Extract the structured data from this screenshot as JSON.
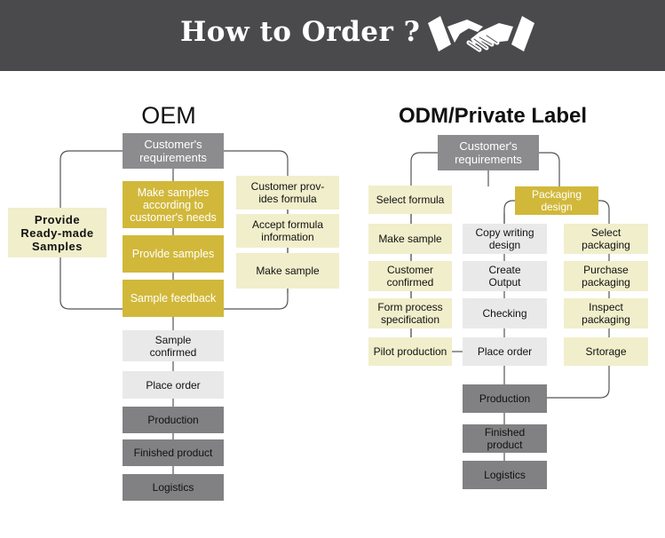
{
  "header": {
    "title": "How to Order ?",
    "icon": "handshake-icon"
  },
  "oem": {
    "title": "OEM",
    "requirements": "Customer's\nrequirements",
    "ready_made": "Provide\nReady-made\nSamples",
    "make_samples": "Make samples\naccording to\ncustomer's needs",
    "provide_samples": "Provlde samples",
    "sample_feedback": "Sample feedback",
    "customer_formula": "Customer prov-\nides  formula",
    "accept_formula": "Accept formula\ninformation",
    "make_sample": "Make sample",
    "sample_confirmed": "Sample\nconfirmed",
    "place_order": "Place order",
    "production": "Production",
    "finished_product": "Finished product",
    "logistics": "Logistics"
  },
  "odm": {
    "title": "ODM/Private Label",
    "requirements": "Customer's\nrequirements",
    "select_formula": "Select formula",
    "make_sample": "Make sample",
    "customer_confirmed": "Customer\nconfirmed",
    "form_process": "Form process\nspecification",
    "pilot_production": "Pilot production",
    "packaging_design": "Packaging design",
    "copy_writing": "Copy writing\ndesign",
    "create_output": "Create\nOutput",
    "checking": "Checking",
    "place_order": "Place order",
    "select_packaging": "Select packaging",
    "purchase_packaging": "Purchase\npackaging",
    "inspect_packaging": "Inspect\npackaging",
    "storage": "Srtorage",
    "production": "Production",
    "finished_product": "Finished product",
    "logistics": "Logistics"
  },
  "colors": {
    "header_bg": "#4a4a4c",
    "gray_box": "#8c8c8e",
    "gold_box": "#d1b83a",
    "cream_box": "#f1eecb",
    "light_box": "#e9e9e9",
    "line": "#555555"
  }
}
